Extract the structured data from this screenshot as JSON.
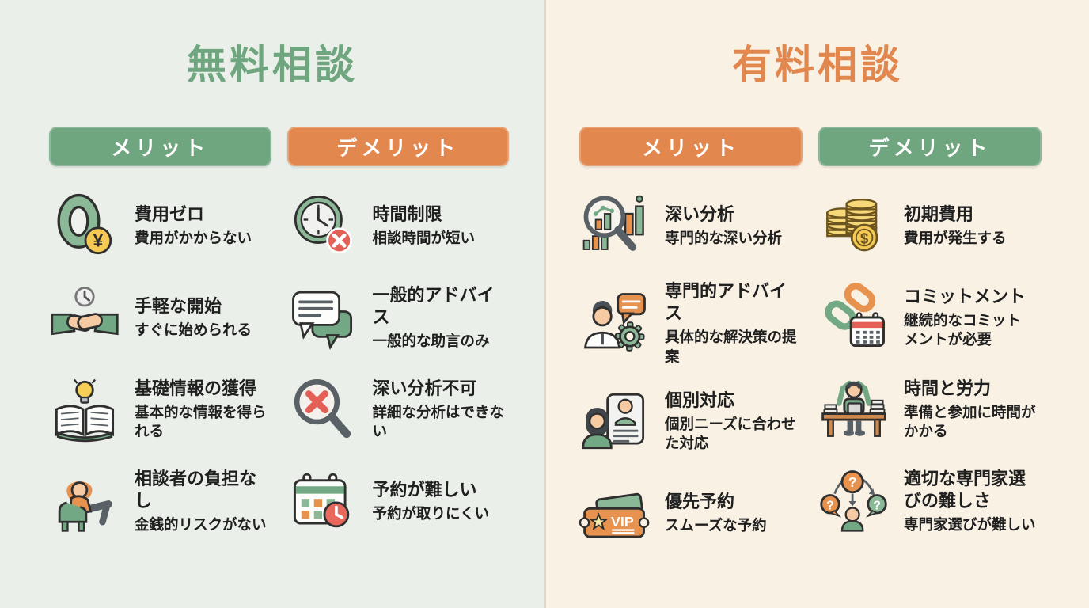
{
  "colors": {
    "green": "#6fa57f",
    "orange": "#e2884e",
    "left_bg": "#eaf0e9",
    "right_bg": "#f9f1e4",
    "text": "#1f1f1f"
  },
  "left": {
    "title": "無料相談",
    "columns": [
      {
        "header": "メリット",
        "accent": "green",
        "items": [
          {
            "icon": "zero-yen",
            "title": "費用ゼロ",
            "desc": "費用がかからない"
          },
          {
            "icon": "handshake-clock",
            "title": "手軽な開始",
            "desc": "すぐに始められる"
          },
          {
            "icon": "book-lightbulb",
            "title": "基礎情報の獲得",
            "desc": "基本的な情報を得ら\nれる"
          },
          {
            "icon": "relaxed-person",
            "title": "相談者の負担なし",
            "desc": "金銭的リスクがない"
          }
        ]
      },
      {
        "header": "デメリット",
        "accent": "orange",
        "items": [
          {
            "icon": "clock-x",
            "title": "時間制限",
            "desc": "相談時間が短い"
          },
          {
            "icon": "chat-bubbles",
            "title": "一般的アドバイス",
            "desc": "一般的な助言のみ"
          },
          {
            "icon": "magnifier-x",
            "title": "深い分析不可",
            "desc": "詳細な分析はできな\nい"
          },
          {
            "icon": "calendar-clock",
            "title": "予約が難しい",
            "desc": "予約が取りにくい"
          }
        ]
      }
    ]
  },
  "right": {
    "title": "有料相談",
    "columns": [
      {
        "header": "メリット",
        "accent": "orange",
        "items": [
          {
            "icon": "chart-magnifier",
            "title": "深い分析",
            "desc": "専門的な深い分析"
          },
          {
            "icon": "advisor",
            "title": "専門的アドバイス",
            "desc": "具体的な解決策の提\n案"
          },
          {
            "icon": "id-person",
            "title": "個別対応",
            "desc": "個別ニーズに合わせ\nた対応"
          },
          {
            "icon": "vip-ticket",
            "title": "優先予約",
            "desc": "スムーズな予約"
          }
        ]
      },
      {
        "header": "デメリット",
        "accent": "green",
        "items": [
          {
            "icon": "coins",
            "title": "初期費用",
            "desc": "費用が発生する"
          },
          {
            "icon": "chain-calendar",
            "title": "コミットメント",
            "desc": "継続的なコミット\nメントが必要"
          },
          {
            "icon": "tired-person-desk",
            "title": "時間と労力",
            "desc": "準備と参加に時間が\nかかる"
          },
          {
            "icon": "choosing-expert",
            "title": "適切な専門家選\nびの難しさ",
            "desc": "専門家選びが難しい"
          }
        ]
      }
    ]
  }
}
